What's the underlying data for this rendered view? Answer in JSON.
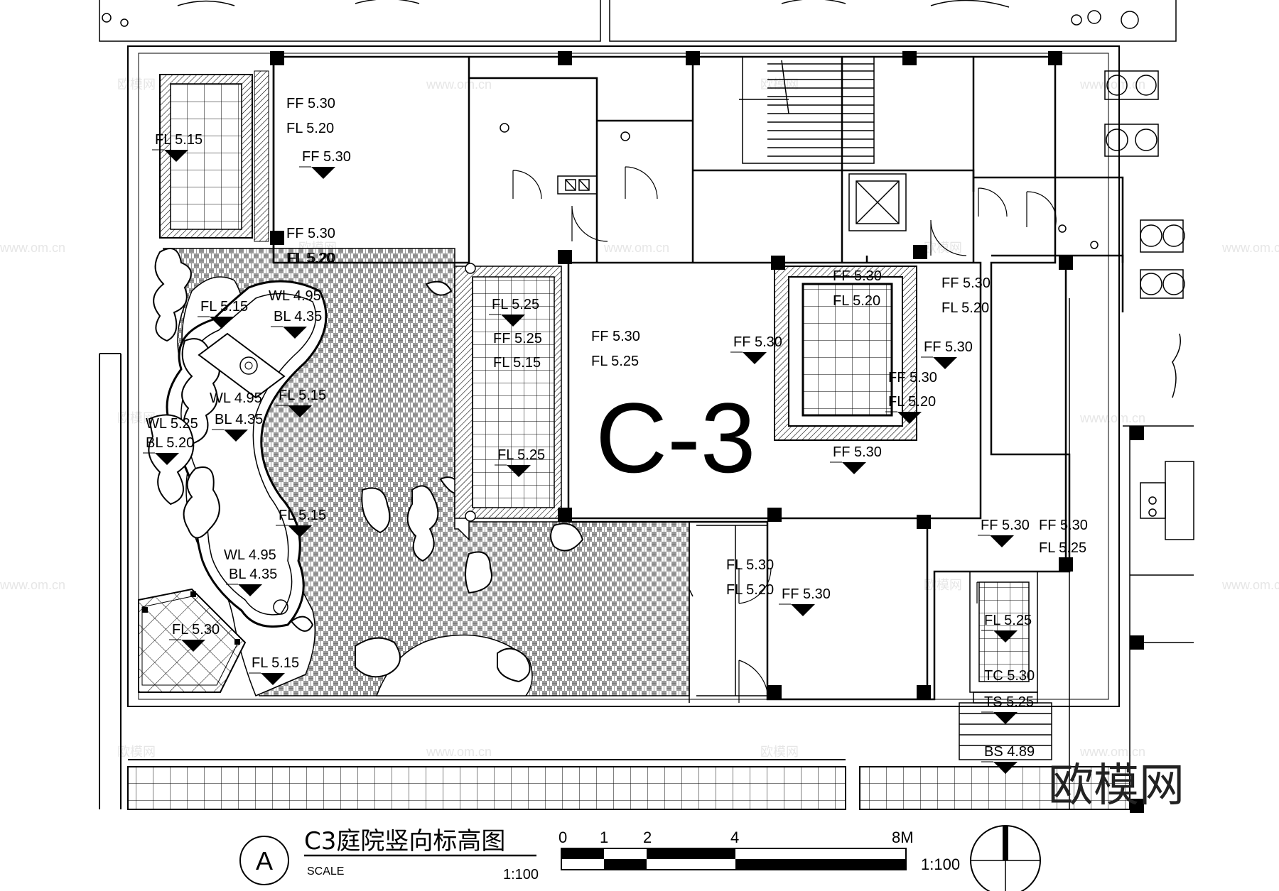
{
  "drawing": {
    "block_label": "C-3",
    "title": "C3庭院竖向标高图",
    "scale_word": "SCALE",
    "scale_ratio": "1:100",
    "section_letter": "A",
    "scale_bar_ticks": [
      "0",
      "1",
      "2",
      "4",
      "8M"
    ],
    "scale_bar_ratio": "1:100",
    "logo": "欧模网",
    "watermarks": [
      "欧模网",
      "www.om.cn"
    ]
  },
  "elevation_labels": [
    "FF 5.30",
    "FL 5.20",
    "FF 5.30",
    "FF 5.30",
    "FL 5.20",
    "FL 5.15",
    "FL 5.15",
    "WL 4.95",
    "BL 4.35",
    "WL 4.95",
    "BL 4.35",
    "WL 5.25",
    "BL 5.20",
    "FL 5.15",
    "FL 5.15",
    "WL 4.95",
    "BL 4.35",
    "FL 5.30",
    "FL 5.15",
    "FL 5.25",
    "FF 5.25",
    "FL 5.15",
    "FL 5.25",
    "FF 5.30",
    "FL 5.25",
    "FL 5.20",
    "FF 5.30",
    "FL 5.20",
    "FF 5.30",
    "FF 5.30",
    "FL 5.20",
    "FF 5.30",
    "FF 5.30",
    "FL 5.20",
    "FF 5.30",
    "FL 5.30",
    "FL 5.20",
    "FF 5.30",
    "FF 5.30",
    "FF 5.30",
    "FL 5.25",
    "FL 5.25",
    "TC 5.30",
    "TS 5.25",
    "BS 4.89"
  ],
  "colors": {
    "ink": "#000000",
    "paper": "#ffffff",
    "watermark": "#e6e6e6"
  }
}
